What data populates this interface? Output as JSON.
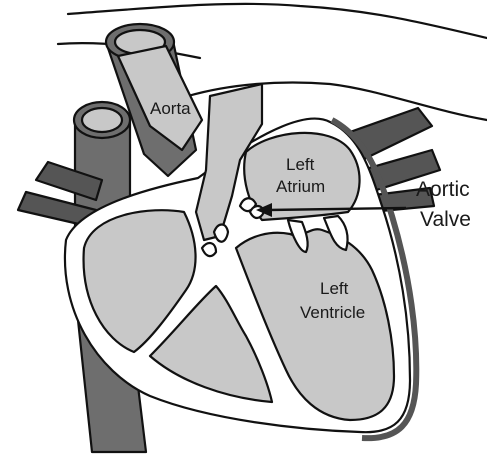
{
  "labels": {
    "aorta": "Aorta",
    "left_atrium_line1": "Left",
    "left_atrium_line2": "Atrium",
    "left_ventricle_line1": "Left",
    "left_ventricle_line2": "Ventricle",
    "aortic_valve_line1": "Aortic",
    "aortic_valve_line2": "Valve"
  },
  "colors": {
    "chamber_fill": "#c8c8c8",
    "vessel_fill": "#6e6e6e",
    "dark_vessel_fill": "#555555",
    "wall_fill": "#ffffff",
    "outline": "#111111"
  }
}
